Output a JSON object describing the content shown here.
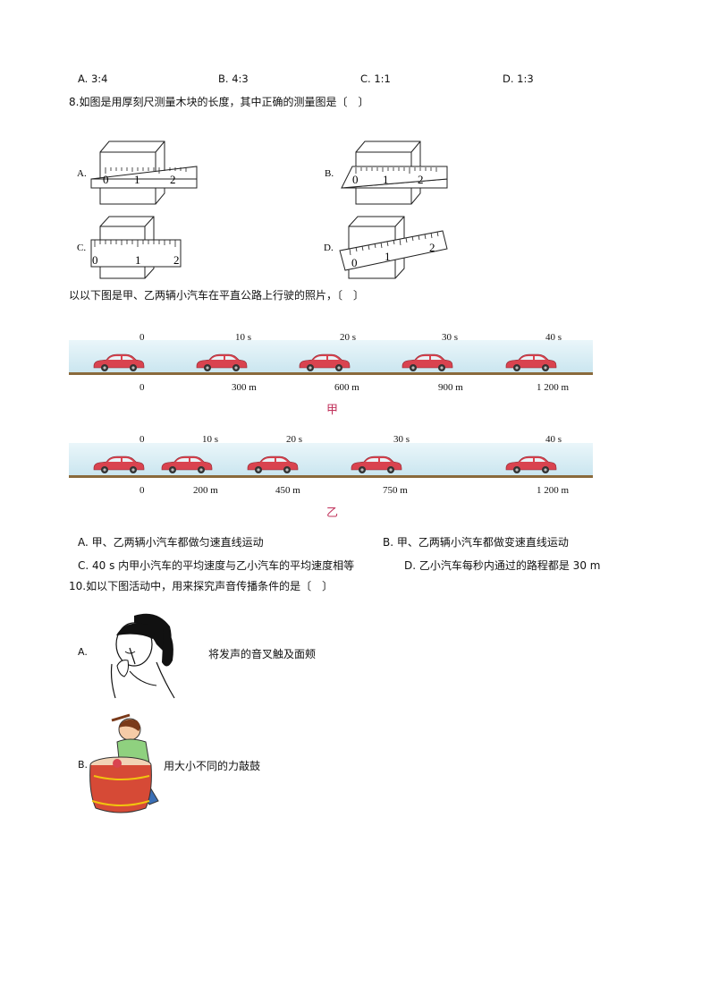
{
  "q7": {
    "options": [
      "A. 3:4",
      "B. 4:3",
      "C. 1:1",
      "D. 1:3"
    ]
  },
  "q8": {
    "stem": "8.如图是用厚刻尺测量木块的长度，其中正确的测量图是〔　〕",
    "labels": [
      "A.",
      "B.",
      "C.",
      "D."
    ],
    "ticks": [
      "0",
      "1",
      "2"
    ]
  },
  "q9": {
    "stem": "以以下图是甲、乙两辆小汽车在平直公路上行驶的照片，〔　〕",
    "jia": {
      "caption": "甲",
      "times": [
        "0",
        "10 s",
        "20 s",
        "30 s",
        "40 s"
      ],
      "distances": [
        "0",
        "300 m",
        "600 m",
        "900 m",
        "1 200 m"
      ]
    },
    "yi": {
      "caption": "乙",
      "times": [
        "0",
        "10 s",
        "20 s",
        "30 s",
        "40 s"
      ],
      "distances": [
        "0",
        "200 m",
        "450 m",
        "750 m",
        "1 200 m"
      ]
    },
    "options": {
      "a": "A. 甲、乙两辆小汽车都做匀速直线运动",
      "b": "B. 甲、乙两辆小汽车都做变速直线运动",
      "c": "C. 40 s 内甲小汽车的平均速度与乙小汽车的平均速度相等",
      "d": "D. 乙小汽车每秒内通过的路程都是 30 m"
    }
  },
  "q10": {
    "stem": "10.如以下图活动中，用来探究声音传播条件的是〔　〕",
    "a_label": "A.",
    "a_text": "将发声的音叉触及面颊",
    "b_label": "B.",
    "b_text": "用大小不同的力敲鼓"
  },
  "colors": {
    "sky": "#d8eef5",
    "ground": "#8a6a3c",
    "car": "#d9434f",
    "caption": "#c0305a"
  }
}
